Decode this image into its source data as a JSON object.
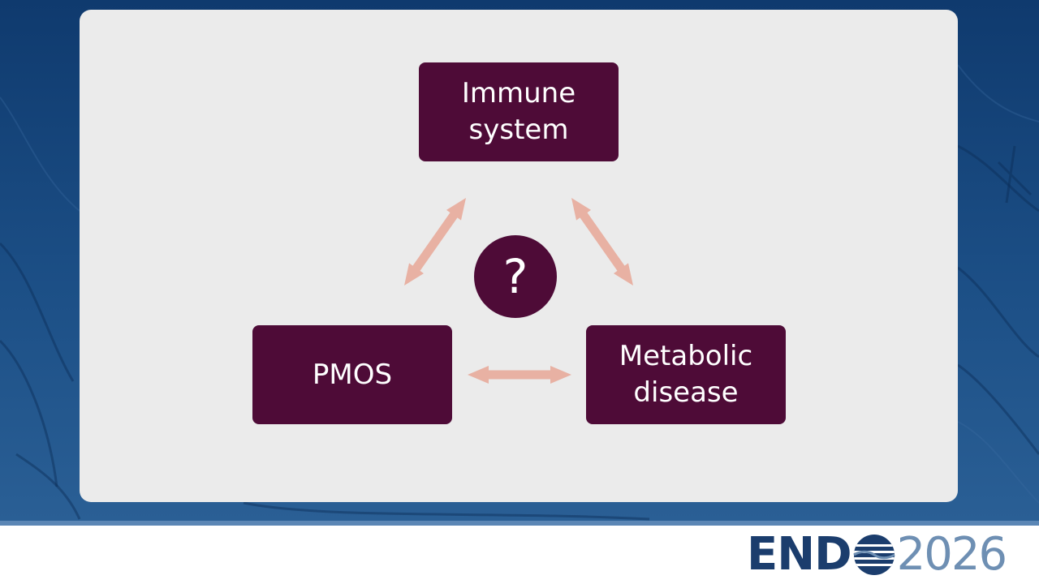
{
  "slide": {
    "nodes": {
      "immune": "Immune\nsystem",
      "pmos": "PMOS",
      "metabolic": "Metabolic\ndisease"
    },
    "center_symbol": "?"
  },
  "colors": {
    "box_fill": "#4e0b37",
    "arrow_fill": "#e8b1a3",
    "panel_bg": "#ebebeb",
    "background": "#1c4f86",
    "logo_primary": "#1b3d6d",
    "logo_secondary": "#6e8fb3"
  },
  "logo": {
    "brand": "END",
    "year": "2026"
  }
}
